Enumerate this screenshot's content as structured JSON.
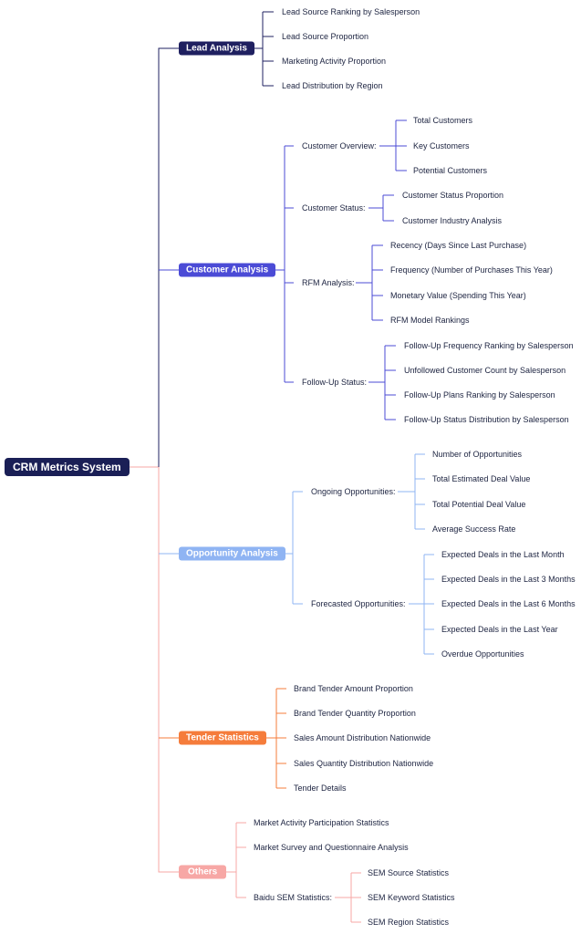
{
  "root": "CRM Metrics System",
  "lead": {
    "title": "Lead Analysis",
    "items": [
      "Lead Source Ranking by Salesperson",
      "Lead Source Proportion",
      "Marketing Activity Proportion",
      "Lead Distribution by Region"
    ]
  },
  "customer": {
    "title": "Customer Analysis",
    "overview": {
      "label": "Customer Overview:",
      "items": [
        "Total Customers",
        "Key Customers",
        "Potential Customers"
      ]
    },
    "status": {
      "label": "Customer Status:",
      "items": [
        "Customer Status Proportion",
        "Customer Industry Analysis"
      ]
    },
    "rfm": {
      "label": "RFM Analysis:",
      "items": [
        "Recency (Days Since Last Purchase)",
        "Frequency (Number of Purchases This Year)",
        "Monetary Value (Spending This Year)",
        "RFM Model Rankings"
      ]
    },
    "followup": {
      "label": "Follow-Up Status:",
      "items": [
        "Follow-Up Frequency Ranking by Salesperson",
        "Unfollowed Customer Count by Salesperson",
        "Follow-Up Plans Ranking by Salesperson",
        "Follow-Up Status Distribution by Salesperson"
      ]
    }
  },
  "opportunity": {
    "title": "Opportunity Analysis",
    "ongoing": {
      "label": "Ongoing Opportunities:",
      "items": [
        "Number of Opportunities",
        "Total Estimated Deal Value",
        "Total Potential Deal Value",
        "Average Success Rate"
      ]
    },
    "forecast": {
      "label": "Forecasted Opportunities:",
      "items": [
        "Expected Deals in the Last Month",
        "Expected Deals in the Last 3 Months",
        "Expected Deals in the Last 6 Months",
        "Expected Deals in the Last Year",
        "Overdue Opportunities"
      ]
    }
  },
  "tender": {
    "title": "Tender Statistics",
    "items": [
      "Brand Tender Amount Proportion",
      "Brand Tender Quantity Proportion",
      "Sales Amount Distribution Nationwide",
      "Sales Quantity Distribution Nationwide",
      "Tender Details"
    ]
  },
  "others": {
    "title": "Others",
    "items": [
      "Market Activity Participation Statistics",
      "Market Survey and Questionnaire Analysis"
    ],
    "baidu": {
      "label": "Baidu SEM Statistics:",
      "items": [
        "SEM Source Statistics",
        "SEM Keyword Statistics",
        "SEM Region Statistics"
      ]
    }
  },
  "colors": {
    "lead": "#1f2060",
    "customer": "#4b4bd6",
    "opportunity": "#8fb4f3",
    "tender": "#f57c3b",
    "others": "#f7a7a5",
    "trunk_upper": "#1f2060",
    "trunk_lower": "#f7a7a5"
  }
}
